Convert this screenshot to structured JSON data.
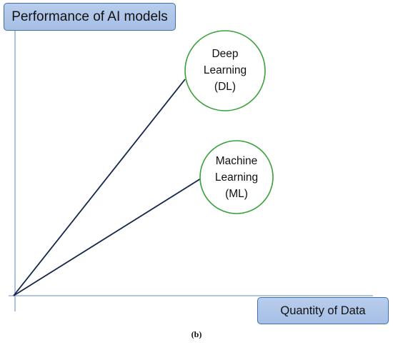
{
  "diagram": {
    "y_axis_label": "Performance of AI models",
    "x_axis_label": "Quantity of Data",
    "deep_learning": {
      "line1": "Deep",
      "line2": "Learning",
      "line3": "(DL)"
    },
    "machine_learning": {
      "line1": "Machine",
      "line2": "Learning",
      "line3": "(ML)"
    },
    "caption": "(b)"
  },
  "colors": {
    "axis": "#9ab3d6",
    "trend_line": "#14264a",
    "bubble_border": "#3aa13a",
    "label_fill": "#b3c8ea",
    "label_border": "#3f70a8"
  }
}
